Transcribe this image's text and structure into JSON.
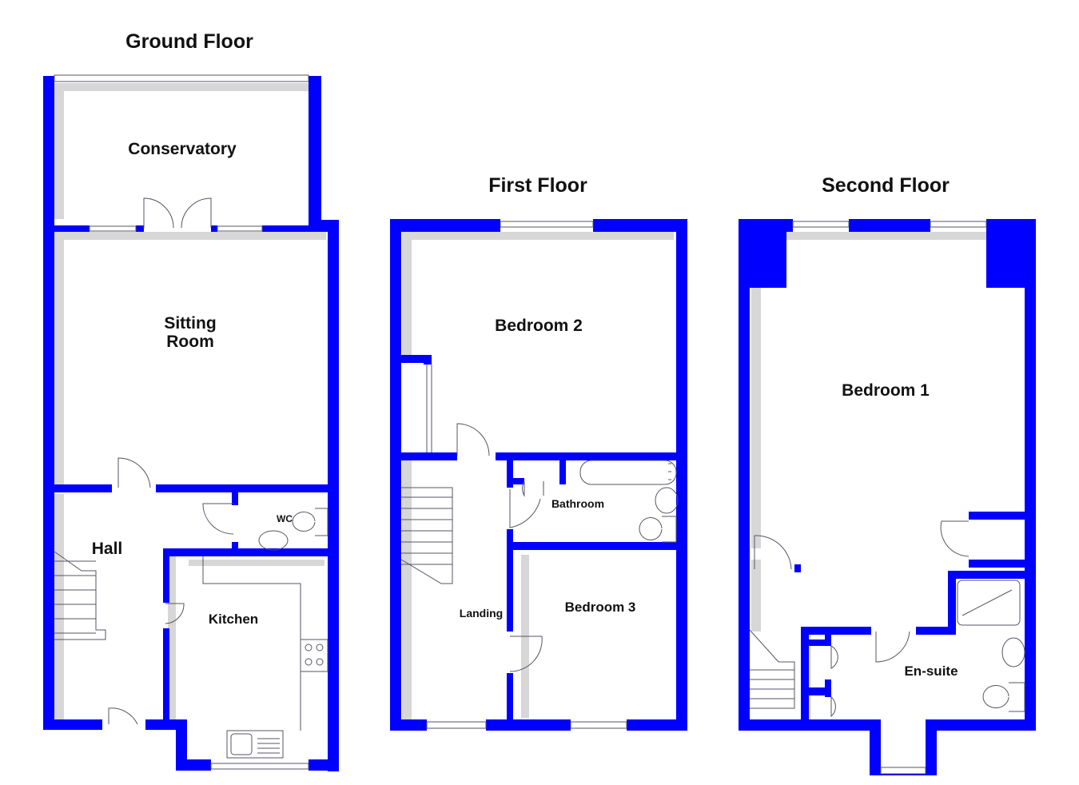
{
  "floors": [
    {
      "title": "Ground Floor",
      "rooms": [
        "Conservatory",
        "Sitting",
        "Room",
        "Hall",
        "WC",
        "Kitchen"
      ]
    },
    {
      "title": "First Floor",
      "rooms": [
        "Bedroom 2",
        "Bathroom",
        "Landing",
        "Bedroom 3"
      ]
    },
    {
      "title": "Second Floor",
      "rooms": [
        "Bedroom 1",
        "En-suite"
      ]
    }
  ],
  "colors": {
    "wall": "#0000ff",
    "shadow": "#d7d7d7",
    "fixture": "#555566"
  }
}
